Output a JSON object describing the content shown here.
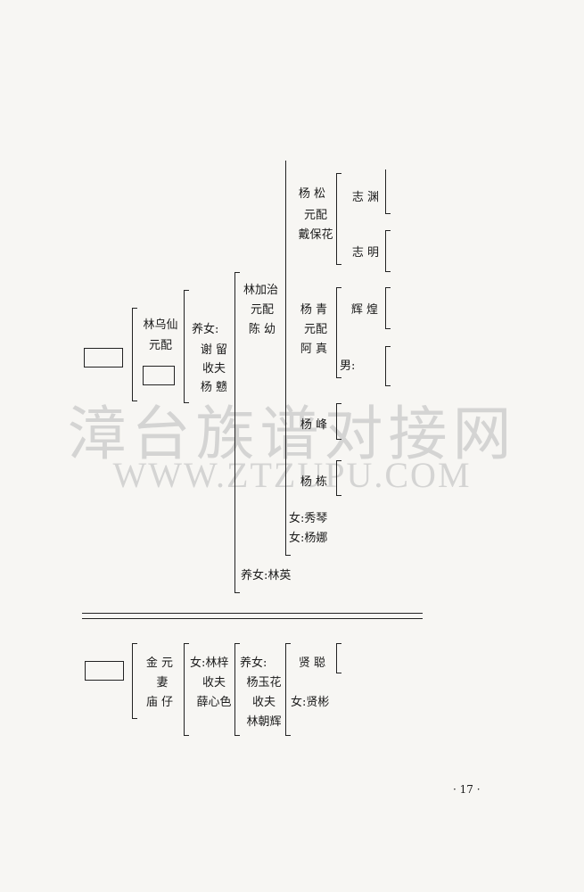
{
  "watermark": {
    "line1": "漳台族谱对接网",
    "line2": "WWW.ZTZUPU.COM"
  },
  "upper": {
    "gen1": {
      "name": "林乌仙",
      "label": "元配"
    },
    "gen2": {
      "label": "养女:",
      "name": "谢 留",
      "note": "收夫",
      "husband": "杨 戆"
    },
    "gen3": {
      "name": "林加治",
      "label": "元配",
      "spouse": "陈 幼",
      "adopted": "养女:林英"
    },
    "gen4": {
      "song": {
        "name": "杨 松",
        "label": "元配",
        "spouse": "戴保花"
      },
      "qing": {
        "name": "杨 青",
        "label": "元配",
        "spouse": "阿 真"
      },
      "feng": "杨 峰",
      "dong": "杨 栋",
      "daughter1": "女:秀琴",
      "daughter2": "女:杨娜"
    },
    "gen5": {
      "zhiyuan": "志 渊",
      "zhiming": "志 明",
      "huihuang": "辉 煌",
      "son": "男:"
    }
  },
  "lower": {
    "gen1": {
      "name": "金 元",
      "label": "妻",
      "spouse": "庙 仔"
    },
    "gen2": {
      "name": "女:林梓",
      "note": "收夫",
      "husband": "薛心色"
    },
    "gen3": {
      "label": "养女:",
      "name": "杨玉花",
      "note": "收夫",
      "husband": "林朝辉"
    },
    "gen4": {
      "name": "贤 聪",
      "daughter": "女:贤彬"
    }
  },
  "page_number": "· 17 ·"
}
